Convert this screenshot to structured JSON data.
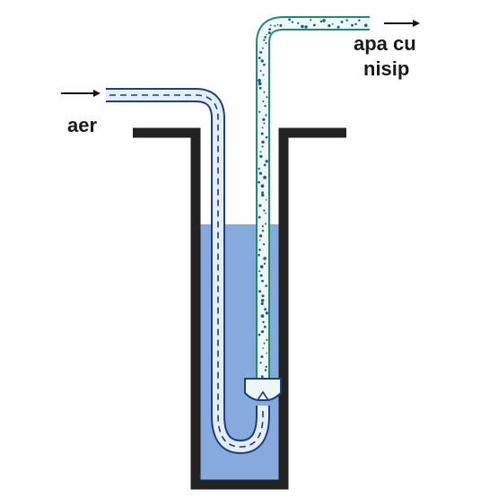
{
  "labels": {
    "air_in": "aer",
    "water_out_line1": "apa cu",
    "water_out_line2": "nisip"
  },
  "colors": {
    "well_wall": "#222222",
    "water": "#86a9de",
    "air_pipe_outline": "#1f3f7a",
    "air_pipe_fill": "#e3eefa",
    "lift_pipe_outline": "#1f8a6e",
    "lift_pipe_fill": "#eef6f6",
    "sand_particles": "#1e5a8c",
    "arrow": "#111111"
  },
  "icons": {
    "air_arrow": "arrow-right-icon",
    "output_arrow": "arrow-right-icon"
  }
}
